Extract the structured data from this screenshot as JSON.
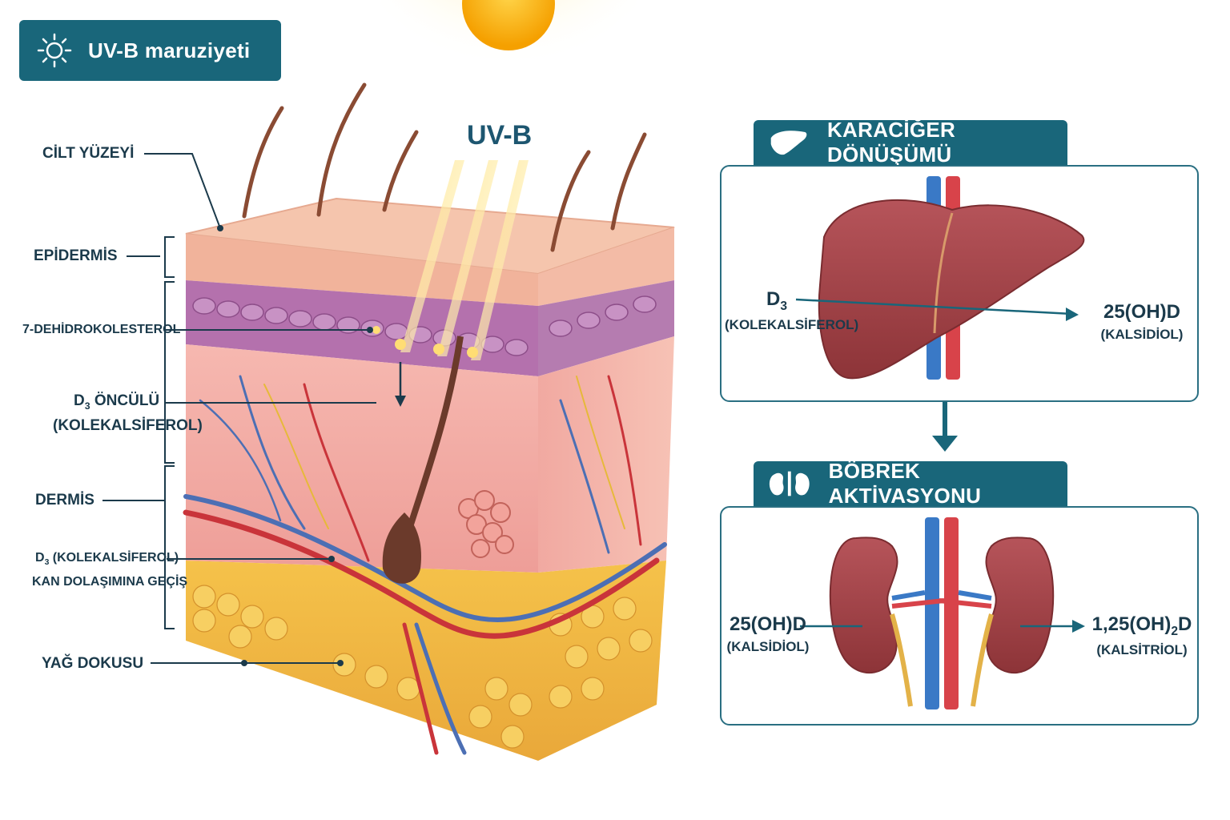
{
  "header": {
    "title": "UV-B maruziyeti",
    "icon": "sun-icon"
  },
  "diagram": {
    "uv_label": "UV-B"
  },
  "skin_labels": {
    "surface": "CİLT YÜZEYİ",
    "epidermis": "EPİDERMİS",
    "dehydro": "7-DEHİDROKOLESTEROL",
    "precursor_main": "Ö NCÜLÜ",
    "precursor_prefix": "D",
    "precursor_sub": "3",
    "precursor_suffix": " ÖNCÜLÜ",
    "precursor_paren": "(KOLEKALSİFEROL)",
    "dermis": "DERMİS",
    "blood_prefix": "D",
    "blood_sub": "3",
    "blood_suffix": " (KOLEKALSİFEROL)",
    "blood_line2": "KAN DOLAŞIMINA GEÇİŞ",
    "fat": "YAĞ DOKUSU"
  },
  "liver_panel": {
    "title": "KARACİĞER DÖNÜŞÜMÜ",
    "icon": "liver-icon",
    "input_prefix": "D",
    "input_sub": "3",
    "input_name": "(KOLEKALSİFEROL)",
    "output_main": "25(OH)D",
    "output_name": "(KALSİDİOL)"
  },
  "kidney_panel": {
    "title": "BÖBREK AKTİVASYONU",
    "icon": "kidney-icon",
    "input_main": "25(OH)D",
    "input_name": "(KALSİDİOL)",
    "output_pre": "1,25(OH)",
    "output_sub": "2",
    "output_post": "D",
    "output_name": "(KALSİTRİOL)"
  },
  "colors": {
    "accent": "#19667a",
    "text": "#1b3a4b",
    "sun": "#f7b21a"
  }
}
